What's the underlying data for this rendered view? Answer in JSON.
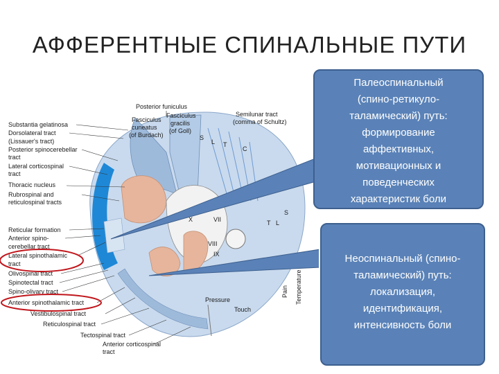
{
  "title": "АФФЕРЕНТНЫЕ СПИНАЛЬНЫЕ ПУТИ",
  "callouts": {
    "paleo": [
      "Палеоспинальный",
      "(спино-ретикуло-",
      "таламический) путь:",
      "формирование",
      "аффективных,",
      "мотивационных и",
      "поведенческих",
      "характеристик боли"
    ],
    "neo": [
      "Неоспинальный (спино-",
      "таламический) путь:",
      "локализация,",
      "идентификация,",
      "интенсивность боли"
    ]
  },
  "diagram": {
    "left_labels": [
      "Substantia gelatinosa",
      "Dorsolateral tract",
      "(Lissauer's tract)",
      "Posterior spinocerebellar",
      "tract",
      "Lateral corticospinal",
      "tract",
      "Thoracic nucleus",
      "Rubrospinal and",
      "reticulospinal tracts",
      "Reticular formation",
      "Anterior spino-",
      "cerebellar tract",
      "Lateral spinothalamic",
      "tract",
      "Olivospinal tract",
      "Spinotectal tract",
      "Spino-olivary tract",
      "Anterior spinothalamic tract",
      "Vestibulospinal tract",
      "Reticulospinal tract",
      "Tectospinal tract",
      "Anterior corticospinal",
      "tract"
    ],
    "top_labels": {
      "posterior_funiculus": "Posterior funiculus",
      "cuneatus": [
        "Fasciculus",
        "cuneatus",
        "(of Burdach)"
      ],
      "gracilis": [
        "Fasciculus",
        "gracilis",
        "(of Goll)"
      ],
      "semilunar": [
        "Semilunar tract",
        "(comma of Schultz)"
      ]
    },
    "inner_letters": [
      "S",
      "L",
      "T",
      "C",
      "S",
      "T",
      "L",
      "VII",
      "VIII",
      "IX",
      "X"
    ],
    "bottom_labels": [
      "Pressure",
      "Touch",
      "Pain",
      "Temperature"
    ],
    "highlighted": [
      "Lateral spinothalamic tract",
      "Anterior spinothalamic tract"
    ],
    "colors": {
      "white_matter": "#a9c3e0",
      "lateral_band": "#1e88d6",
      "tract_pink": "#e6b59c",
      "callout_fill": "#5a82b8",
      "highlight_ring": "#c0161c"
    }
  }
}
